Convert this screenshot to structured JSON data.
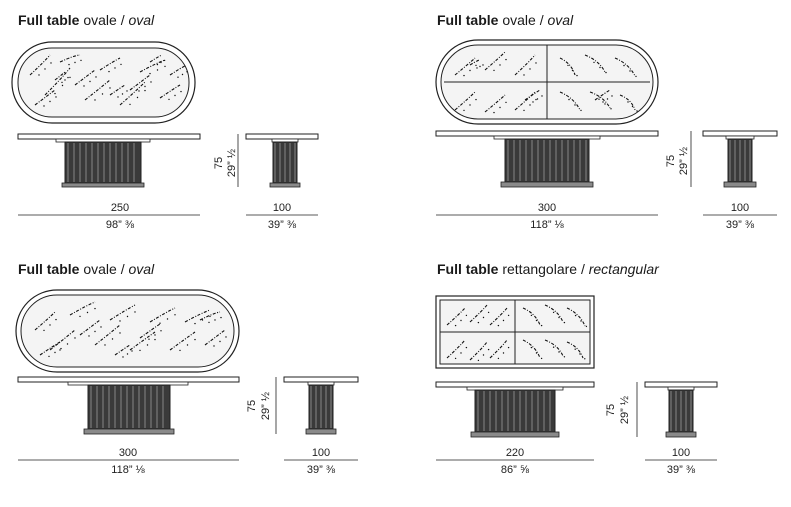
{
  "panels": [
    {
      "id": "p1",
      "title": {
        "prefix": "Full table",
        "it_word": "ovale",
        "sep": " / ",
        "en_word": "oval"
      },
      "top_shape": "oval",
      "length_cm": "250",
      "length_in": "98” ⅜",
      "depth_cm": "100",
      "depth_in": "39” ⅜",
      "height_cm": "75",
      "height_in": "29” ½"
    },
    {
      "id": "p2",
      "title": {
        "prefix": "Full table",
        "it_word": "ovale",
        "sep": " / ",
        "en_word": "oval"
      },
      "top_shape": "oval-sectioned",
      "length_cm": "300",
      "length_in": "118” ⅛",
      "depth_cm": "100",
      "depth_in": "39” ⅜",
      "height_cm": "75",
      "height_in": "29” ½"
    },
    {
      "id": "p3",
      "title": {
        "prefix": "Full table",
        "it_word": "ovale",
        "sep": " / ",
        "en_word": "oval"
      },
      "top_shape": "oval",
      "length_cm": "300",
      "length_in": "118” ⅛",
      "depth_cm": "100",
      "depth_in": "39” ⅜",
      "height_cm": "75",
      "height_in": "29” ½"
    },
    {
      "id": "p4",
      "title": {
        "prefix": "Full table",
        "it_word": "rettangolare",
        "sep": " / ",
        "en_word": "rectangular"
      },
      "top_shape": "rectangular-sectioned",
      "length_cm": "220",
      "length_in": "86” ⅝",
      "depth_cm": "100",
      "depth_in": "39” ⅜",
      "height_cm": "75",
      "height_in": "29” ½"
    }
  ],
  "colors": {
    "line": "#222222",
    "marble": "#f4f4f4",
    "vein": "#111111",
    "base": "#3a3a3a",
    "base_light": "#8a8a8a"
  }
}
